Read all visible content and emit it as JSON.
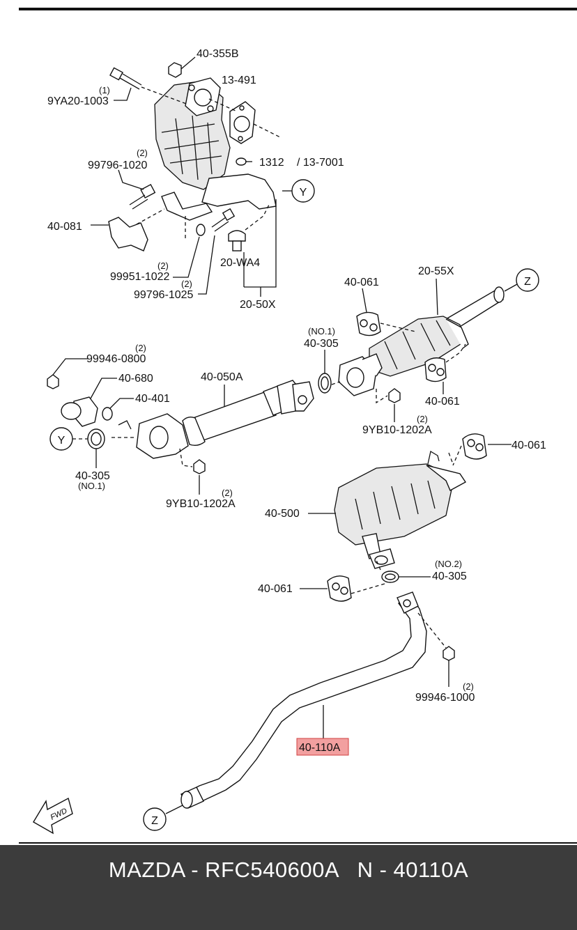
{
  "labels": {
    "l_40_355b": "40-355B",
    "l_13_491": "13-491",
    "l_1_a": "(1)",
    "l_9ya20": "9YA20-1003",
    "l_2_a": "(2)",
    "l_99796_1020": "99796-1020",
    "l_1312": "1312",
    "l_13_7001": "/ 13-7001",
    "l_40_081": "40-081",
    "l_2_b": "(2)",
    "l_99951": "99951-1022",
    "l_2_c": "(2)",
    "l_99796_1025": "99796-1025",
    "l_20_wa4": "20-WA4",
    "l_20_50x": "20-50X",
    "l_40_061_a": "40-061",
    "l_20_55x": "20-55X",
    "l_no1_a": "(NO.1)",
    "l_40_305_a": "40-305",
    "l_2_d": "(2)",
    "l_99946_0800": "99946-0800",
    "l_40_680": "40-680",
    "l_40_050a": "40-050A",
    "l_40_401": "40-401",
    "l_40_061_b": "40-061",
    "l_2_e": "(2)",
    "l_9yb10_a": "9YB10-1202A",
    "l_40_305_b": "40-305",
    "l_no1_b": "(NO.1)",
    "l_40_061_c": "40-061",
    "l_2_f": "(2)",
    "l_9yb10_b": "9YB10-1202A",
    "l_40_500": "40-500",
    "l_no2": "(NO.2)",
    "l_40_305_c": "40-305",
    "l_40_061_d": "40-061",
    "l_2_g": "(2)",
    "l_99946_1000": "99946-1000",
    "l_40_110a": "40-110A"
  },
  "callouts": {
    "y_top": "Y",
    "z_top": "Z",
    "y_left": "Y",
    "z_bottom": "Z"
  },
  "fwd_text": "FWD",
  "highlight_color": "#f2a0a0",
  "footer": {
    "text": "MAZDA - RFC540600A   N - 40110A"
  }
}
